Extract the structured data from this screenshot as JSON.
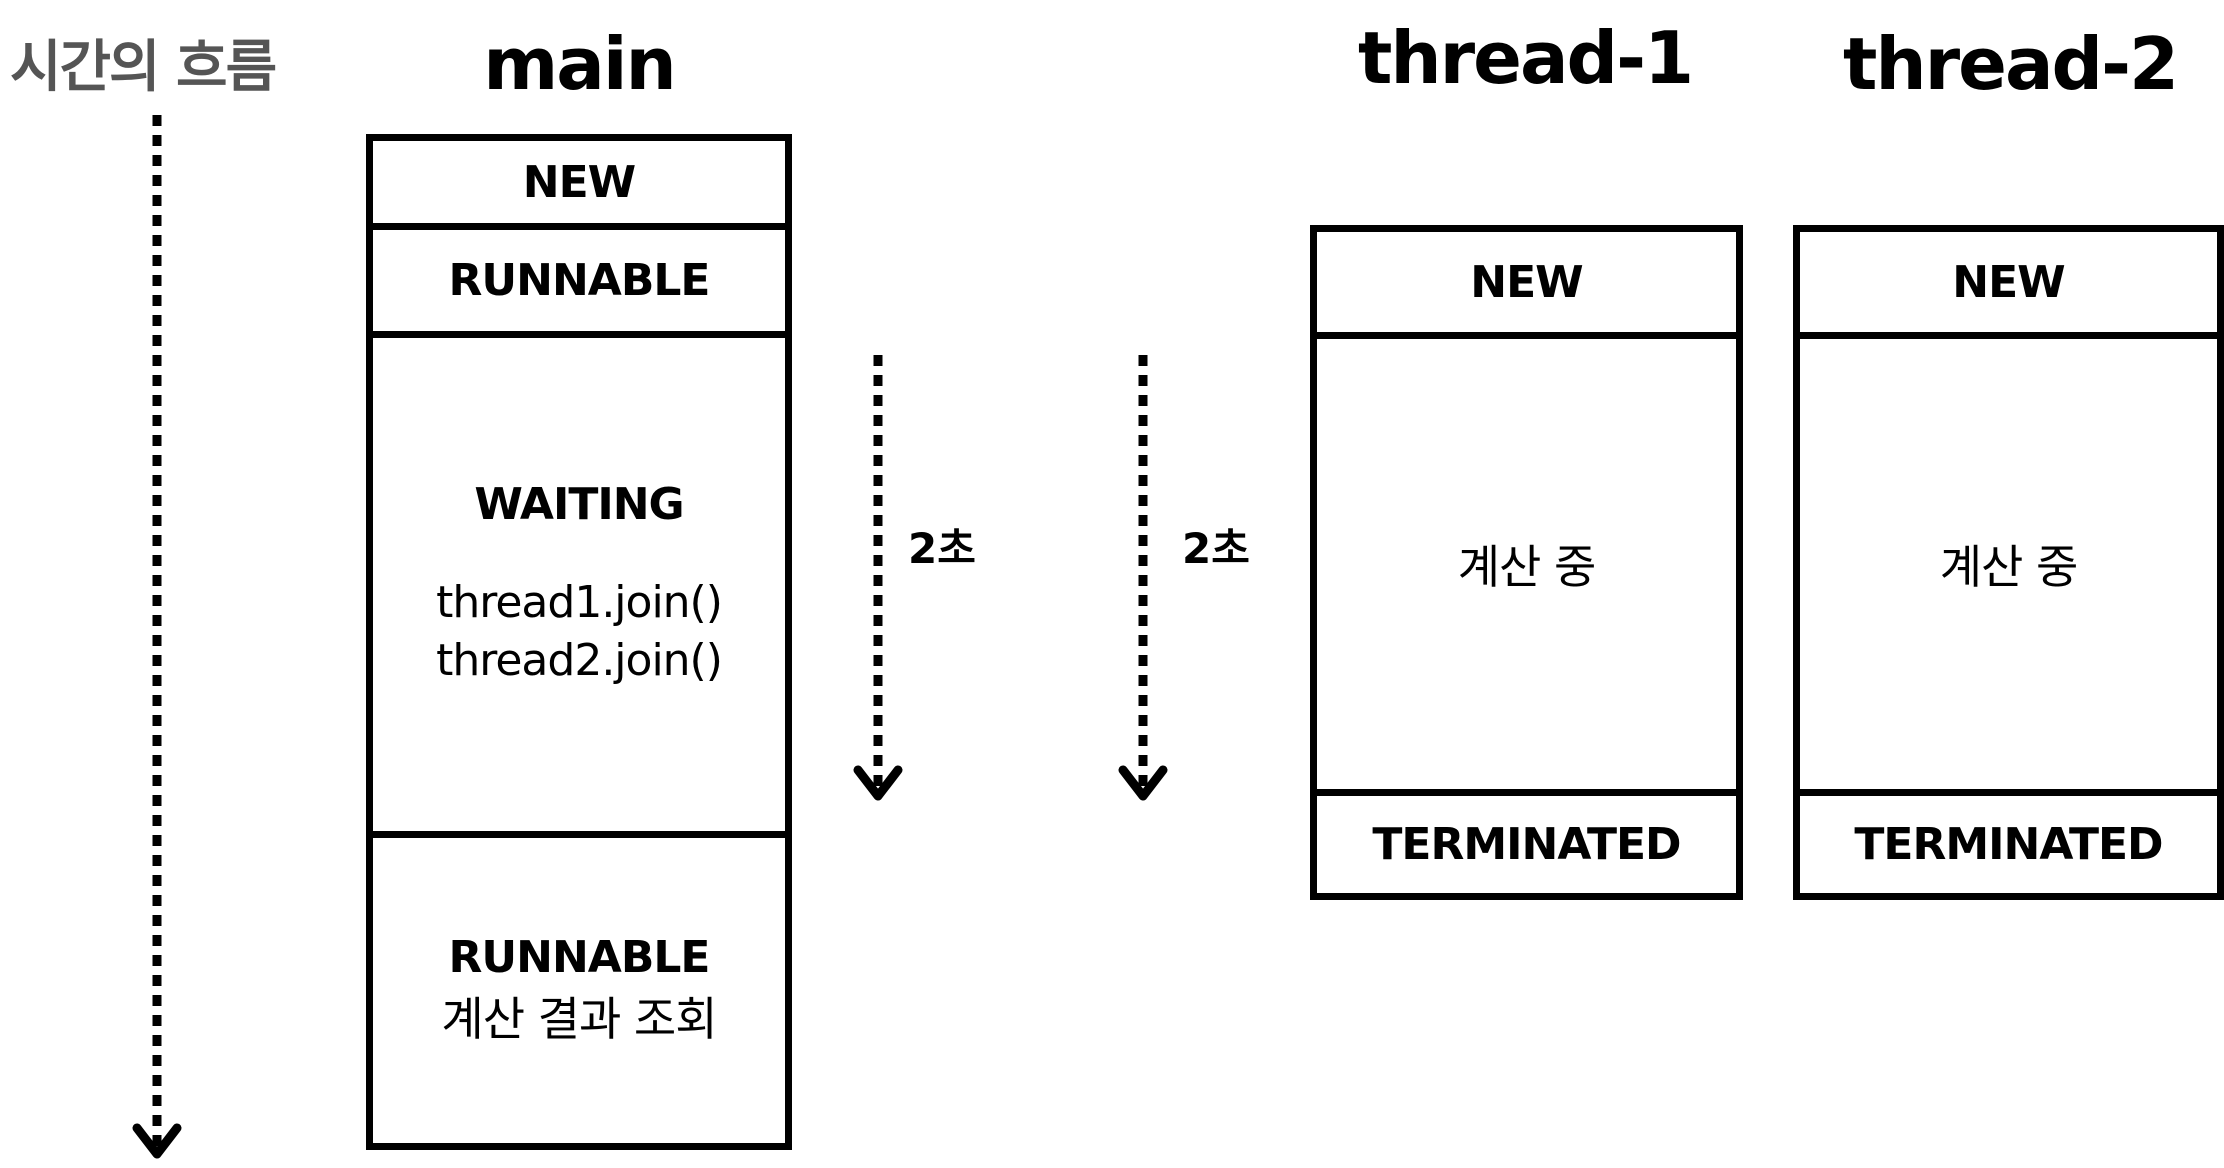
{
  "time_axis": {
    "label": "시간의 흐름"
  },
  "main": {
    "title": "main",
    "states": {
      "new": "NEW",
      "runnable": "RUNNABLE",
      "waiting": "WAITING",
      "join1": "thread1.join()",
      "join2": "thread2.join()",
      "runnable2": "RUNNABLE",
      "result": "계산 결과 조회"
    }
  },
  "durations": [
    {
      "label": "2초"
    },
    {
      "label": "2초"
    }
  ],
  "thread1": {
    "title": "thread-1",
    "states": {
      "new": "NEW",
      "computing": "계산 중",
      "terminated": "TERMINATED"
    }
  },
  "thread2": {
    "title": "thread-2",
    "states": {
      "new": "NEW",
      "computing": "계산 중",
      "terminated": "TERMINATED"
    }
  }
}
